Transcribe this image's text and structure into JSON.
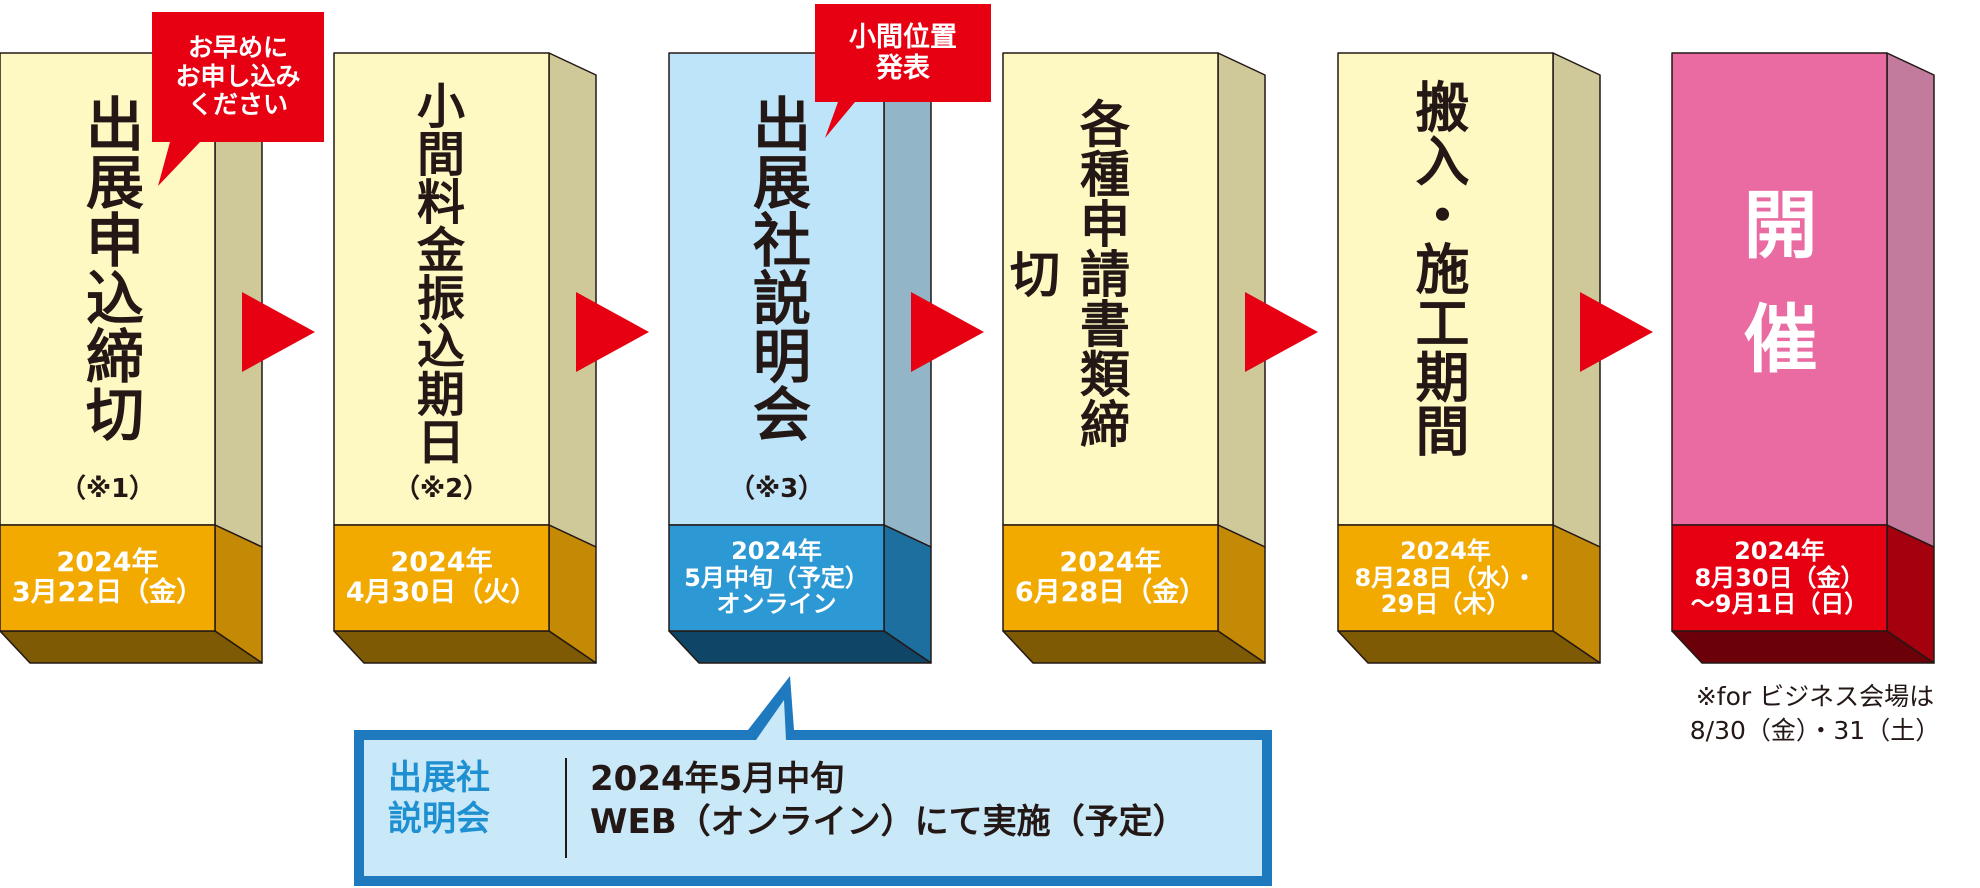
{
  "steps": [
    {
      "title": "出展申込締切",
      "note": "（※1）",
      "date": [
        "2024年",
        "3月22日（金）"
      ]
    },
    {
      "title": "小間料金振込期日",
      "note": "（※2）",
      "date": [
        "2024年",
        "4月30日（火）"
      ]
    },
    {
      "title": "出展社説明会",
      "note": "（※3）",
      "date": [
        "2024年",
        "5月中旬（予定）",
        "オンライン"
      ]
    },
    {
      "title": "各種申請書類締切",
      "note": "",
      "date": [
        "2024年",
        "6月28日（金）"
      ]
    },
    {
      "title": "搬入・施工期間",
      "note": "",
      "date": [
        "2024年",
        "8月28日（水）・",
        "29日（木）"
      ]
    },
    {
      "title": "開催",
      "note": "",
      "date": [
        "2024年",
        "8月30日（金）",
        "〜9月1日（日）"
      ]
    }
  ],
  "callouts": {
    "early": [
      "お早めに",
      "お申し込み",
      "ください"
    ],
    "booth": [
      "小間位置",
      "発表"
    ]
  },
  "info_box": {
    "label": [
      "出展社",
      "説明会"
    ],
    "lines": [
      "2024年5月中旬",
      "WEB（オンライン）にて実施（予定）"
    ]
  },
  "footnote": [
    "※for ビジネス会場は",
    "8/30（金）・31（土）"
  ],
  "colors": {
    "yellow_face": "#fef9c3",
    "yellow_side": "#cfc99a",
    "orange_front": "#f2a900",
    "orange_side": "#c48a05",
    "orange_bottom": "#7d5a03",
    "blue_face": "#bde4f8",
    "blue_side": "#93b5c8",
    "blue_front": "#2c98d4",
    "blue_front_side": "#1d6f9f",
    "blue_bottom": "#0f4668",
    "pink_face": "#ea6aa2",
    "pink_side": "#c37b9d",
    "red_front": "#e60012",
    "red_side": "#a5000d",
    "red_bottom": "#6b0008",
    "arrow": "#e60012",
    "bubble": "#e60012",
    "info_border": "#1e79be",
    "info_bg": "#c9e8f8"
  }
}
